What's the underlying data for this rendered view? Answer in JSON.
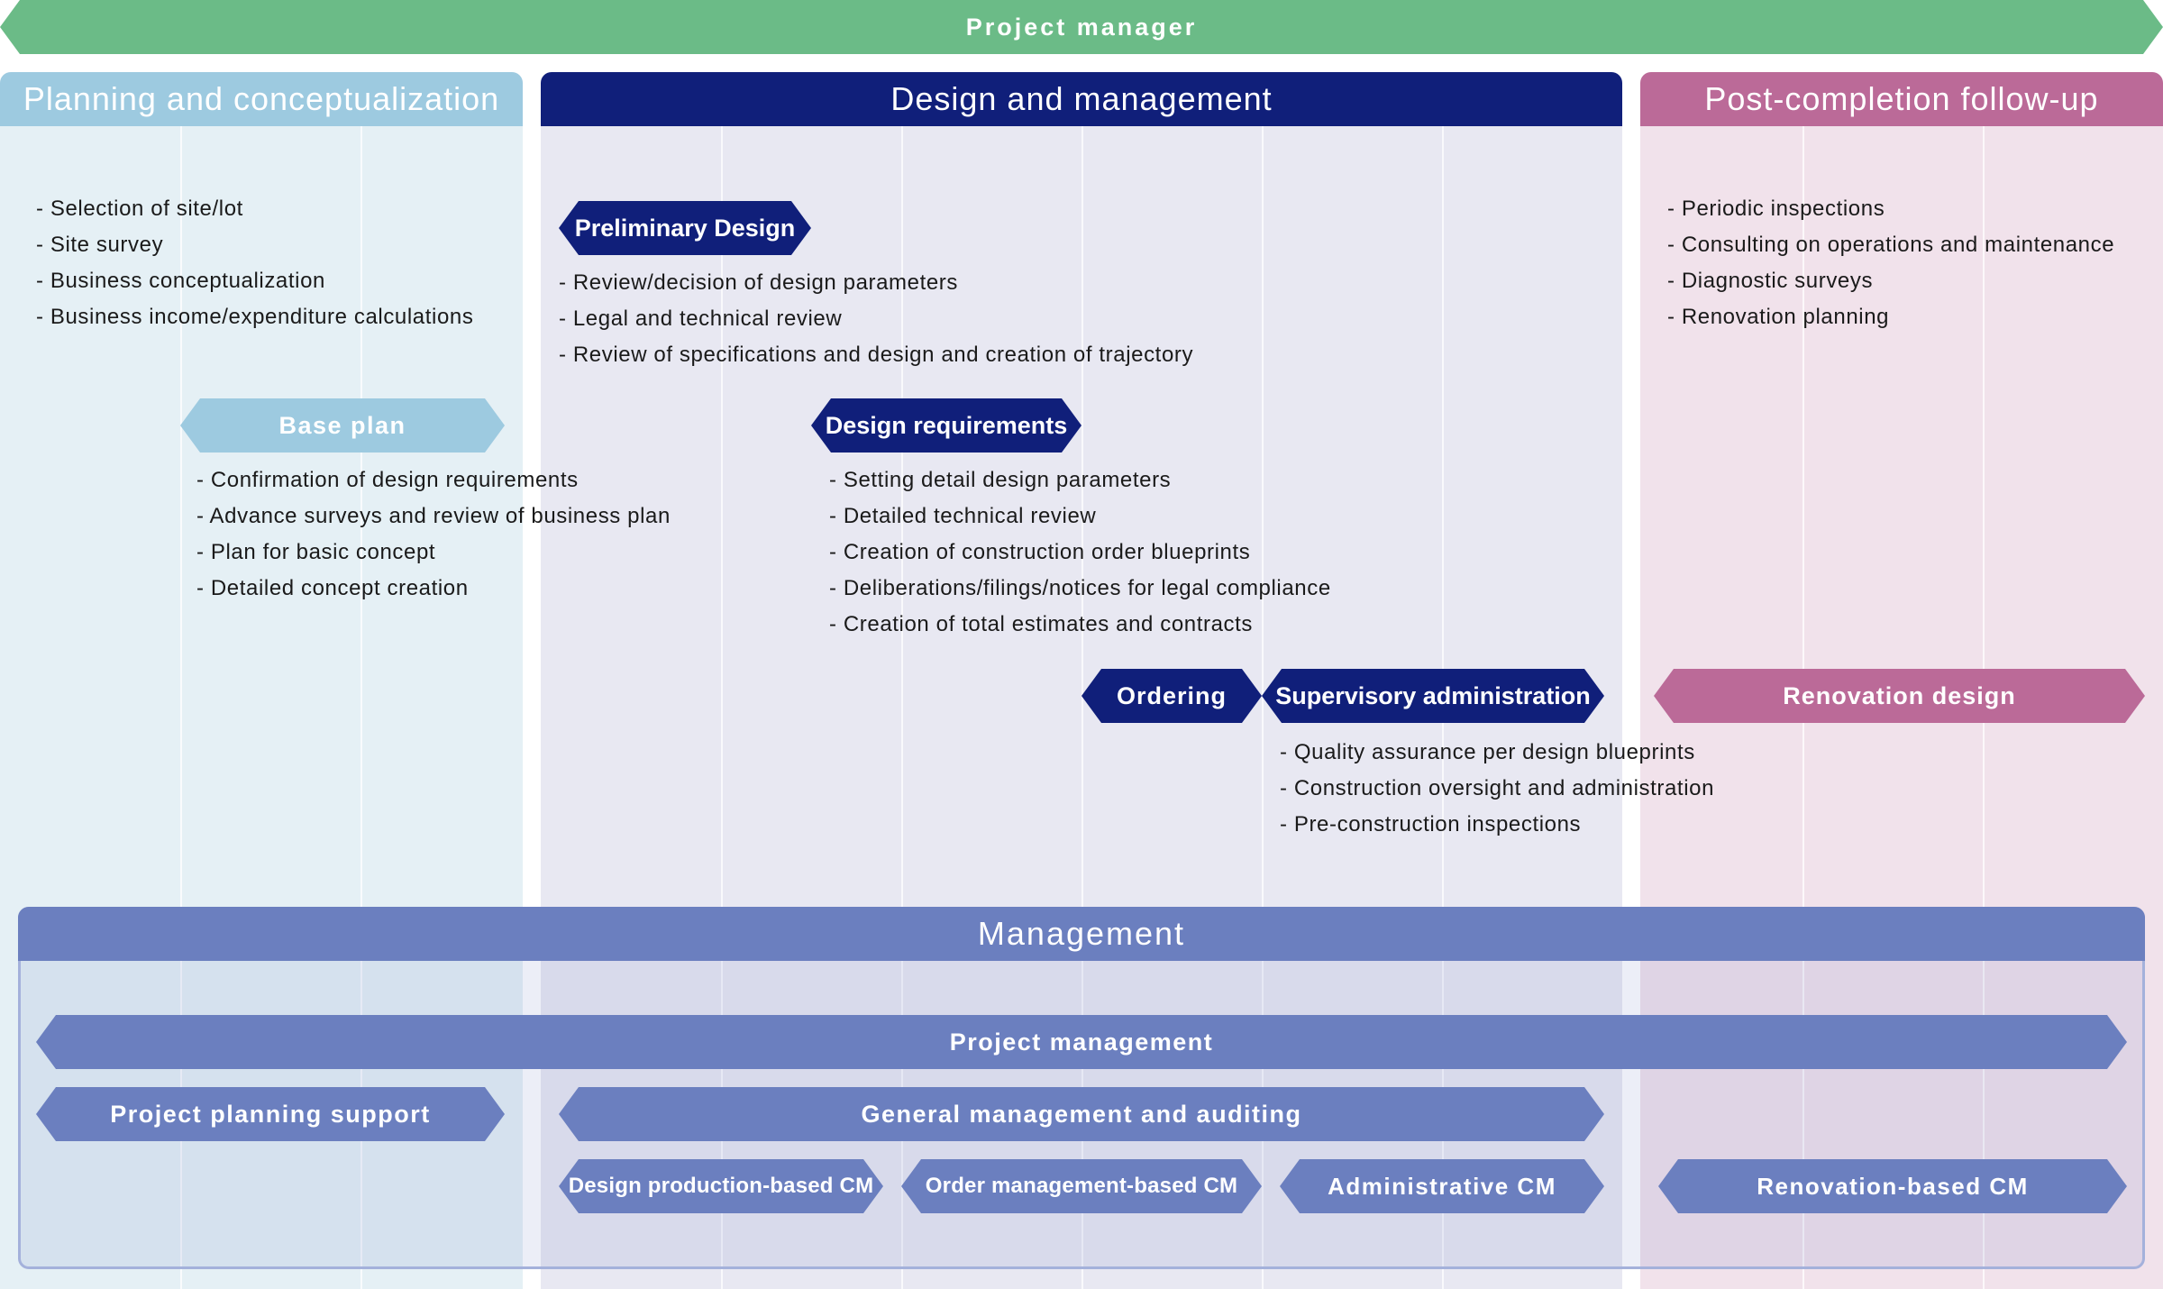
{
  "top_banner": {
    "label": "Project manager"
  },
  "columns": {
    "planning": {
      "title": "Planning and conceptualization",
      "items": [
        "- Selection of site/lot",
        "- Site survey",
        "- Business conceptualization",
        "- Business income/expenditure calculations"
      ],
      "base_plan": {
        "label": "Base plan",
        "items": [
          "- Confirmation of design requirements",
          "- Advance surveys and review of business plan",
          "- Plan for basic concept",
          "- Detailed concept creation"
        ]
      }
    },
    "design": {
      "title": "Design and management",
      "preliminary": {
        "label": "Preliminary Design",
        "items": [
          "- Review/decision of design parameters",
          "- Legal and technical review",
          "- Review of specifications and design and creation of trajectory"
        ]
      },
      "requirements": {
        "label": "Design requirements",
        "items": [
          "- Setting detail design parameters",
          "- Detailed technical review",
          "- Creation of construction order blueprints",
          "- Deliberations/filings/notices for legal compliance",
          "- Creation of total estimates and contracts"
        ]
      },
      "ordering": {
        "label": "Ordering"
      },
      "supervisory": {
        "label": "Supervisory administration",
        "items": [
          "- Quality assurance per design blueprints",
          "- Construction oversight and administration",
          "- Pre-construction inspections"
        ]
      }
    },
    "post": {
      "title": "Post-completion follow-up",
      "items": [
        "- Periodic inspections",
        "- Consulting on operations and maintenance",
        "- Diagnostic surveys",
        "- Renovation planning"
      ],
      "renovation_design": {
        "label": "Renovation design"
      }
    }
  },
  "management": {
    "title": "Management",
    "project_management": "Project management",
    "project_planning_support": "Project planning support",
    "general_management": "General management and auditing",
    "design_production_cm": "Design production-based CM",
    "order_management_cm": "Order management-based CM",
    "administrative_cm": "Administrative CM",
    "renovation_cm": "Renovation-based CM"
  },
  "colors": {
    "green": "#6bbb87",
    "light_blue": "#9dcae0",
    "navy": "#101f7a",
    "pink": "#bb6a98",
    "periwinkle": "#6b7fbf"
  }
}
